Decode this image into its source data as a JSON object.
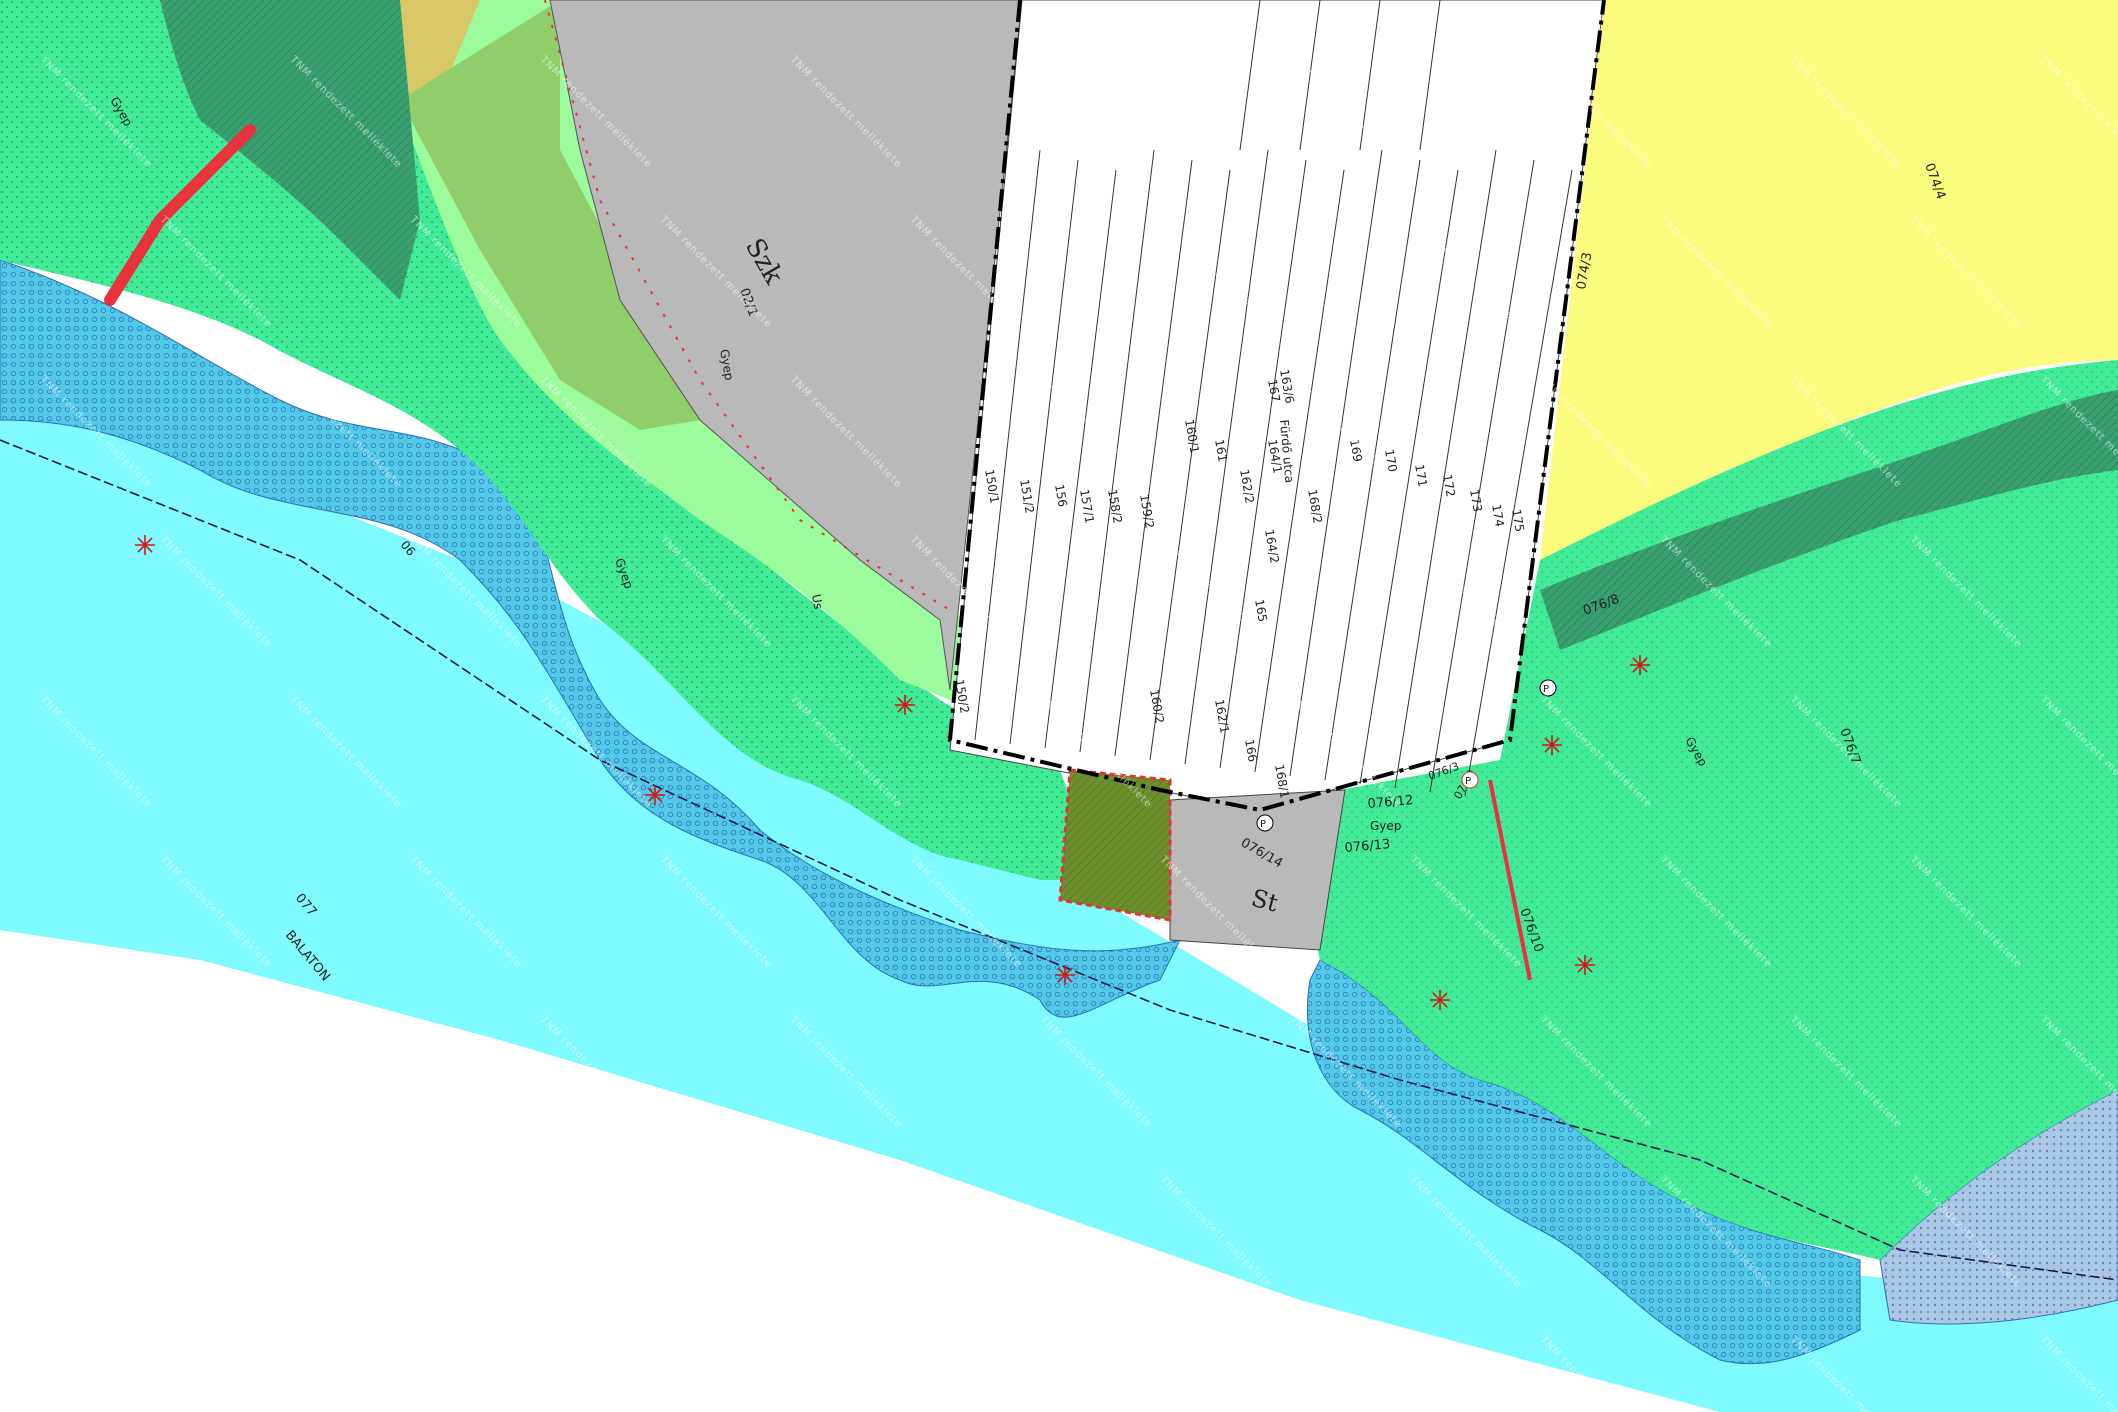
{
  "colors": {
    "water": "#7ffaff",
    "reed": "#52c9e6",
    "green_area": "#41eb97",
    "green_light": "#9cfb9c",
    "forest_dark": "#3aa071",
    "gray_zone": "#b9b9b9",
    "yellow_zone": "#fbfb7e",
    "tan_zone": "#d8c865",
    "red_line": "#e8323c",
    "black": "#000000"
  },
  "labels": {
    "szk": "Szk",
    "st": "St",
    "balaton": "BALATON",
    "furdo_utca": "Fürdő utca",
    "gyep": "Gyep",
    "us": "Us",
    "p": "P"
  },
  "parcels": {
    "p02_1": "02/1",
    "p077": "077",
    "p074_4": "074/4",
    "p076_7": "076/7",
    "p076_8": "076/8",
    "p076_10": "076/10",
    "p076_12": "076/12",
    "p076_13": "076/13",
    "p076_14": "076/14",
    "p076_3": "076/3",
    "p076_9": "076/9",
    "p074_3": "074/3",
    "p150_1": "150/1",
    "p150_2": "150/2",
    "p151_2": "151/2",
    "p156": "156",
    "p157_1": "157/1",
    "p158_2": "158/2",
    "p159_2": "159/2",
    "p160_1": "160/1",
    "p160_2": "160/2",
    "p161": "161",
    "p162_1": "162/1",
    "p162_2": "162/2",
    "p163_6": "163/6",
    "p164_1": "164/1",
    "p164_2": "164/2",
    "p165": "165",
    "p166": "166",
    "p167": "167",
    "p168_1": "168/1",
    "p168_2": "168/2",
    "p169": "169",
    "p170": "170",
    "p171": "171",
    "p172": "172",
    "p173": "173",
    "p174": "174",
    "p175": "175",
    "p06": "06"
  },
  "watermark": "TNM rendezett melléklete"
}
